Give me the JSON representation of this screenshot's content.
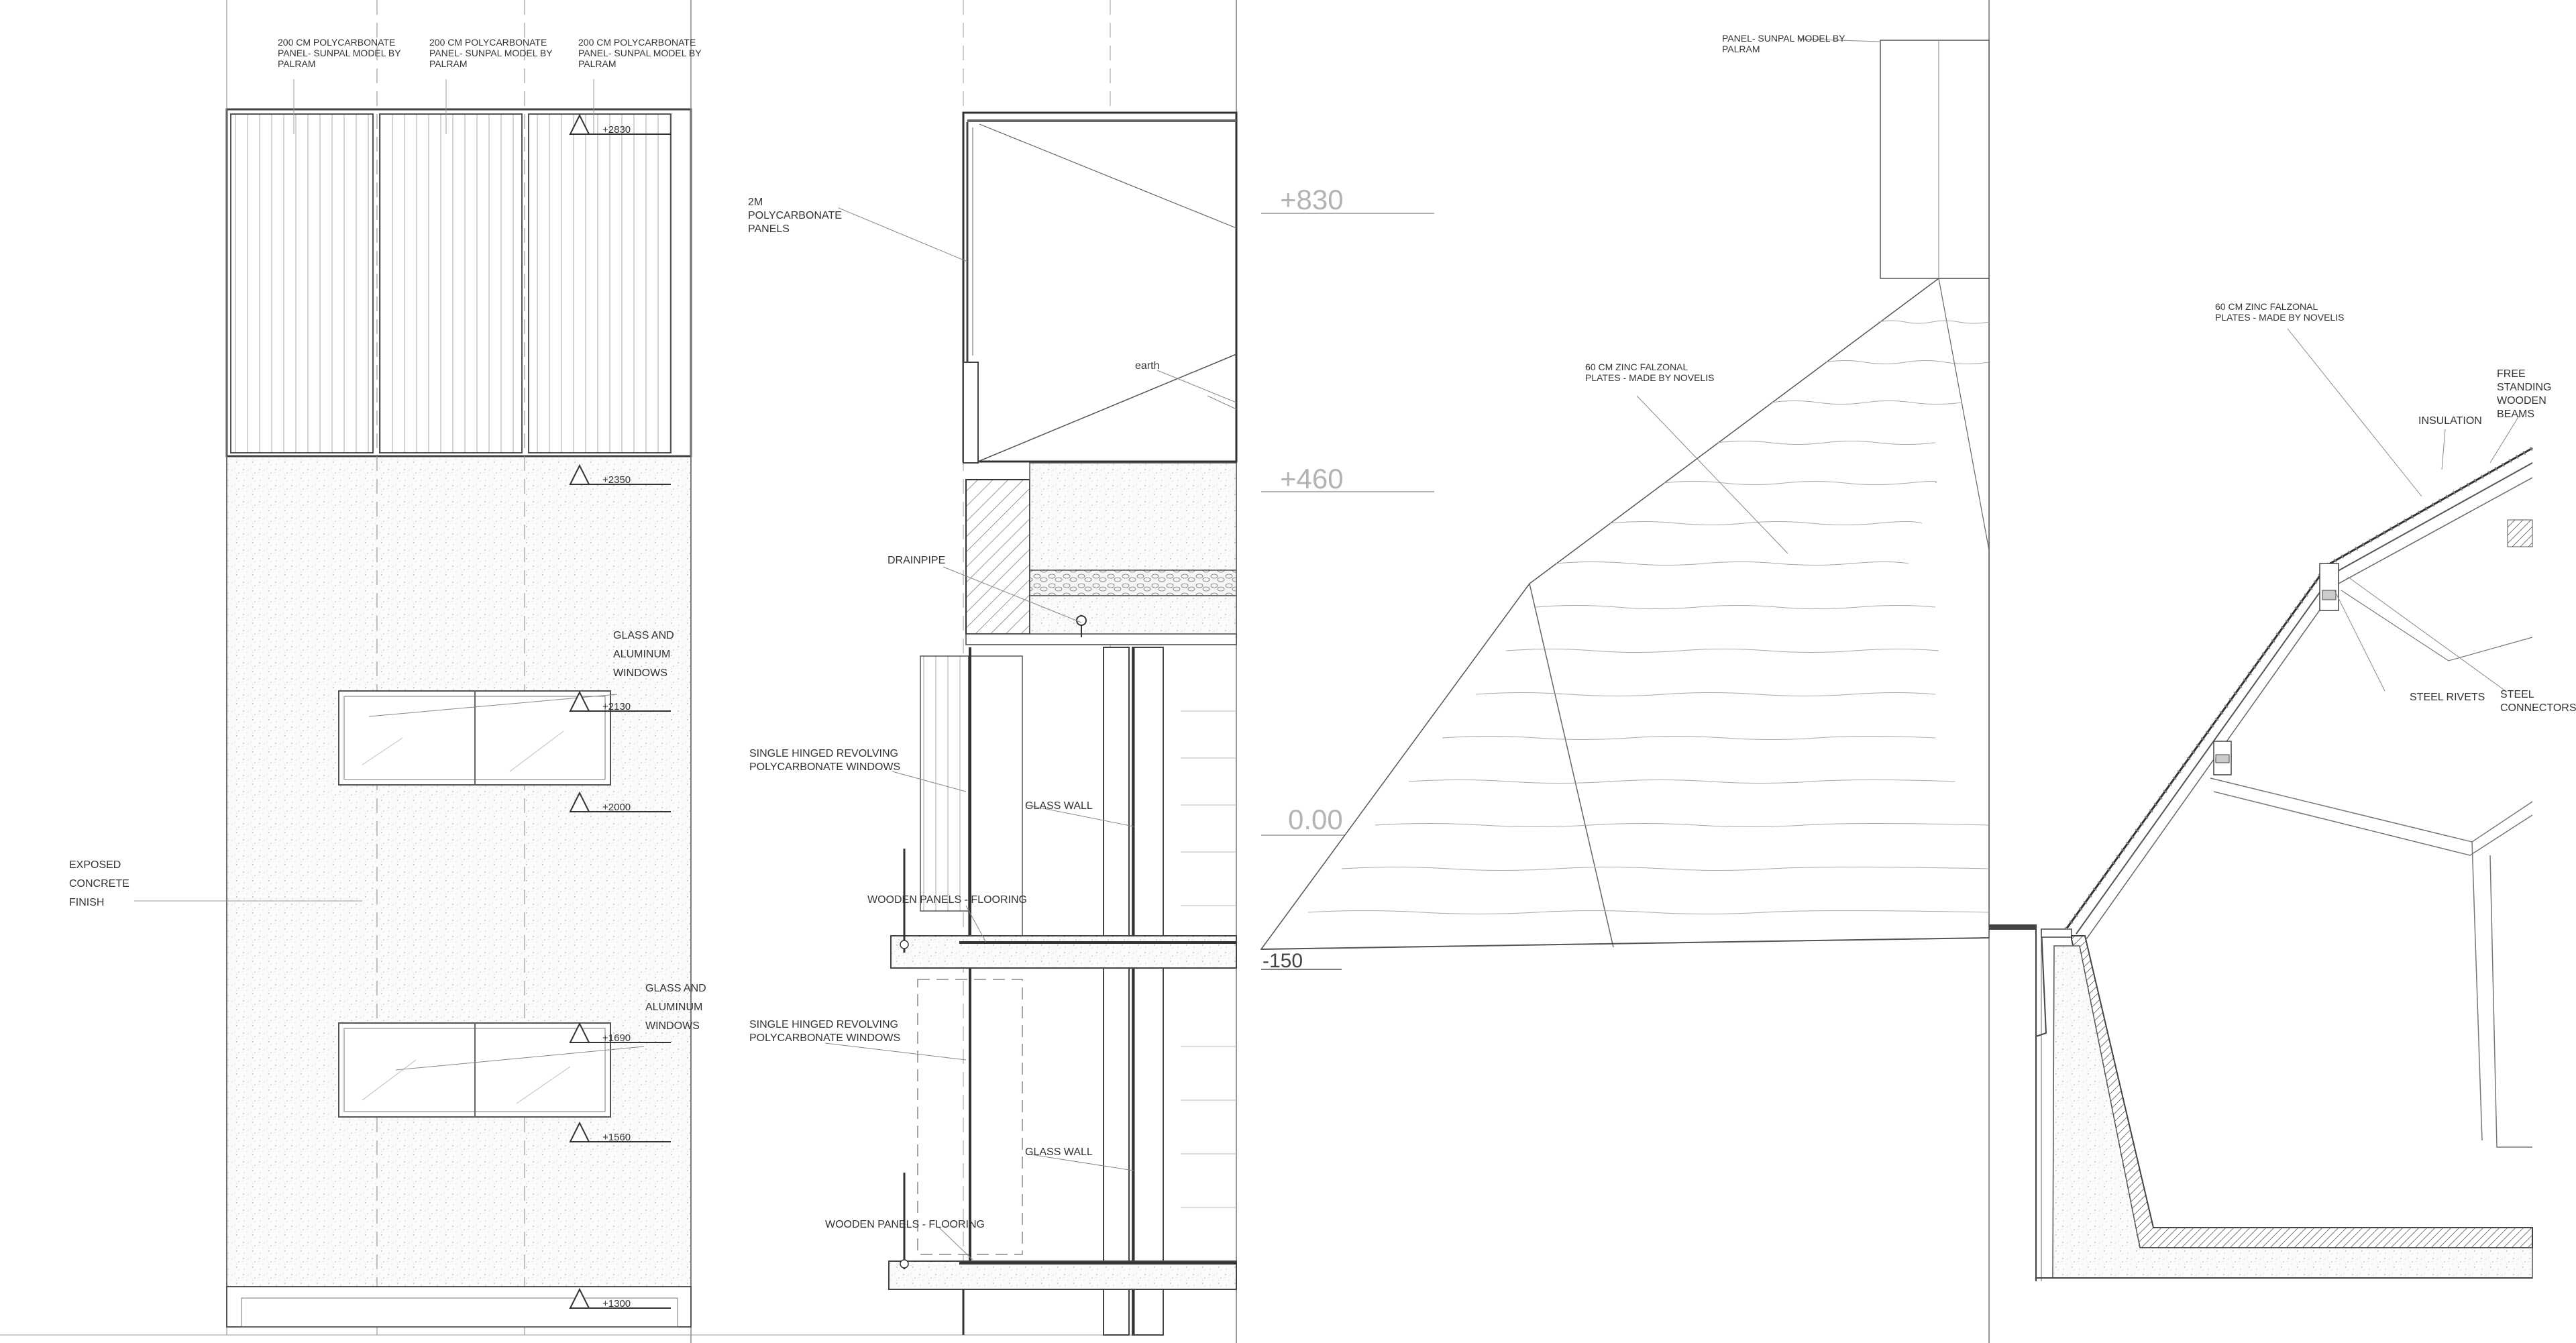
{
  "sheet_a": {
    "top_notes": [
      {
        "lines": [
          "200 CM POLYCARBONATE",
          "PANEL- SUNPAL MODEL BY",
          "PALRAM"
        ]
      },
      {
        "lines": [
          "200 CM POLYCARBONATE",
          "PANEL- SUNPAL MODEL BY",
          "PALRAM"
        ]
      },
      {
        "lines": [
          "200 CM POLYCARBONATE",
          "PANEL- SUNPAL MODEL BY",
          "PALRAM"
        ]
      }
    ],
    "levels": [
      "+2830",
      "+2350",
      "+2130",
      "+2000",
      "+1690",
      "+1560",
      "+1300"
    ],
    "window_note_1": [
      "GLASS AND",
      "ALUMINUM",
      "WINDOWS"
    ],
    "window_note_2": [
      "GLASS AND",
      "ALUMINUM",
      "WINDOWS"
    ],
    "finish_note": [
      "EXPOSED",
      "CONCRETE",
      "FINISH"
    ]
  },
  "sheet_b": {
    "polycarbonate_note": [
      "2M",
      "POLYCARBONATE",
      "PANELS"
    ],
    "earth": "earth",
    "drainpipe": "DRAINPIPE",
    "windows_note_1": [
      "SINGLE HINGED REVOLVING",
      "POLYCARBONATE WINDOWS"
    ],
    "windows_note_2": [
      "SINGLE HINGED REVOLVING",
      "POLYCARBONATE WINDOWS"
    ],
    "glass_wall_1": "GLASS WALL",
    "glass_wall_2": "GLASS WALL",
    "flooring_1": "WOODEN PANELS - FLOORING",
    "flooring_2": "WOODEN PANELS - FLOORING"
  },
  "sheet_c": {
    "levels": [
      "+830",
      "+460",
      "0.00",
      "-150"
    ],
    "panel_note": [
      "PANEL- SUNPAL MODEL BY",
      "PALRAM"
    ],
    "zinc_note": [
      "60 CM ZINC FALZONAL",
      "PLATES - MADE BY NOVELIS"
    ]
  },
  "sheet_d": {
    "zinc_note": [
      "60 CM ZINC FALZONAL",
      "PLATES - MADE BY NOVELIS"
    ],
    "beams": [
      "FREE",
      "STANDING",
      "WOODEN",
      "BEAMS"
    ],
    "insulation": "INSULATION",
    "rivets": "STEEL RIVETS",
    "connectors": [
      "STEEL",
      "CONNECTORS"
    ]
  },
  "colors": {
    "line": "#4d4d4d",
    "faint": "#a6a6a6",
    "level_text": "#b3b3b3"
  }
}
